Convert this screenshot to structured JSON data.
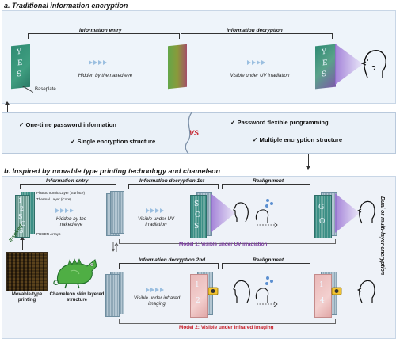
{
  "panel_a": {
    "title": "a. Traditional information encryption",
    "entry_label": "Information entry",
    "decryption_label": "Information decryption",
    "plate_text": [
      "Y",
      "E",
      "S"
    ],
    "baseplate_label": "Baseplate",
    "hidden_label": "Hidden by the naked eye",
    "visible_label": "Visible under UV irradiation"
  },
  "comparison": {
    "left": [
      "One-time password information",
      "Single encryption structure"
    ],
    "vs": "VS",
    "right": [
      "Password flexible programming",
      "Multiple encryption structure"
    ],
    "check": "✓"
  },
  "panel_b": {
    "title": "b. Inspired by movable type printing technology and chameleon",
    "entry_label": "Information entry",
    "photochromic_label": "Photochromic Layer (Surface)",
    "thermal_label": "Thermal Layer (Core)",
    "pbcdr_label": "PBCDR Arrays",
    "hidden_label": "Hidden by the naked eye",
    "inspired_label": "Inspired",
    "decryption1_label": "Information decryption  1st",
    "realignment1_label": "Realignment",
    "visible_uv_label": "Visible under UV irradiation",
    "model1_label": "Model 1: Visible under UV irradiation",
    "decryption2_label": "Information decryption  2nd",
    "realignment2_label": "Realignment",
    "visible_ir_label": "Visible under infrared imaging",
    "model2_label": "Model 2: Visible under infrared imaging",
    "side_label": "Dual or multi-layer encryption",
    "movable_type_label": "Movable-type printing",
    "chameleon_label": "Chameleon skin layered structure",
    "plate_chars_entry": [
      "1",
      "2",
      "S",
      "O",
      "S"
    ],
    "plate_chars_uv1": [
      "S",
      "O",
      "S"
    ],
    "plate_chars_uv2": [
      "G",
      "O"
    ],
    "plate_chars_ir1": [
      "1",
      "2"
    ],
    "plate_chars_ir2": [
      "1",
      "4"
    ],
    "colors": {
      "model1": "#7a3aa0",
      "model2": "#c8202a",
      "beam": "#b48be0"
    }
  }
}
